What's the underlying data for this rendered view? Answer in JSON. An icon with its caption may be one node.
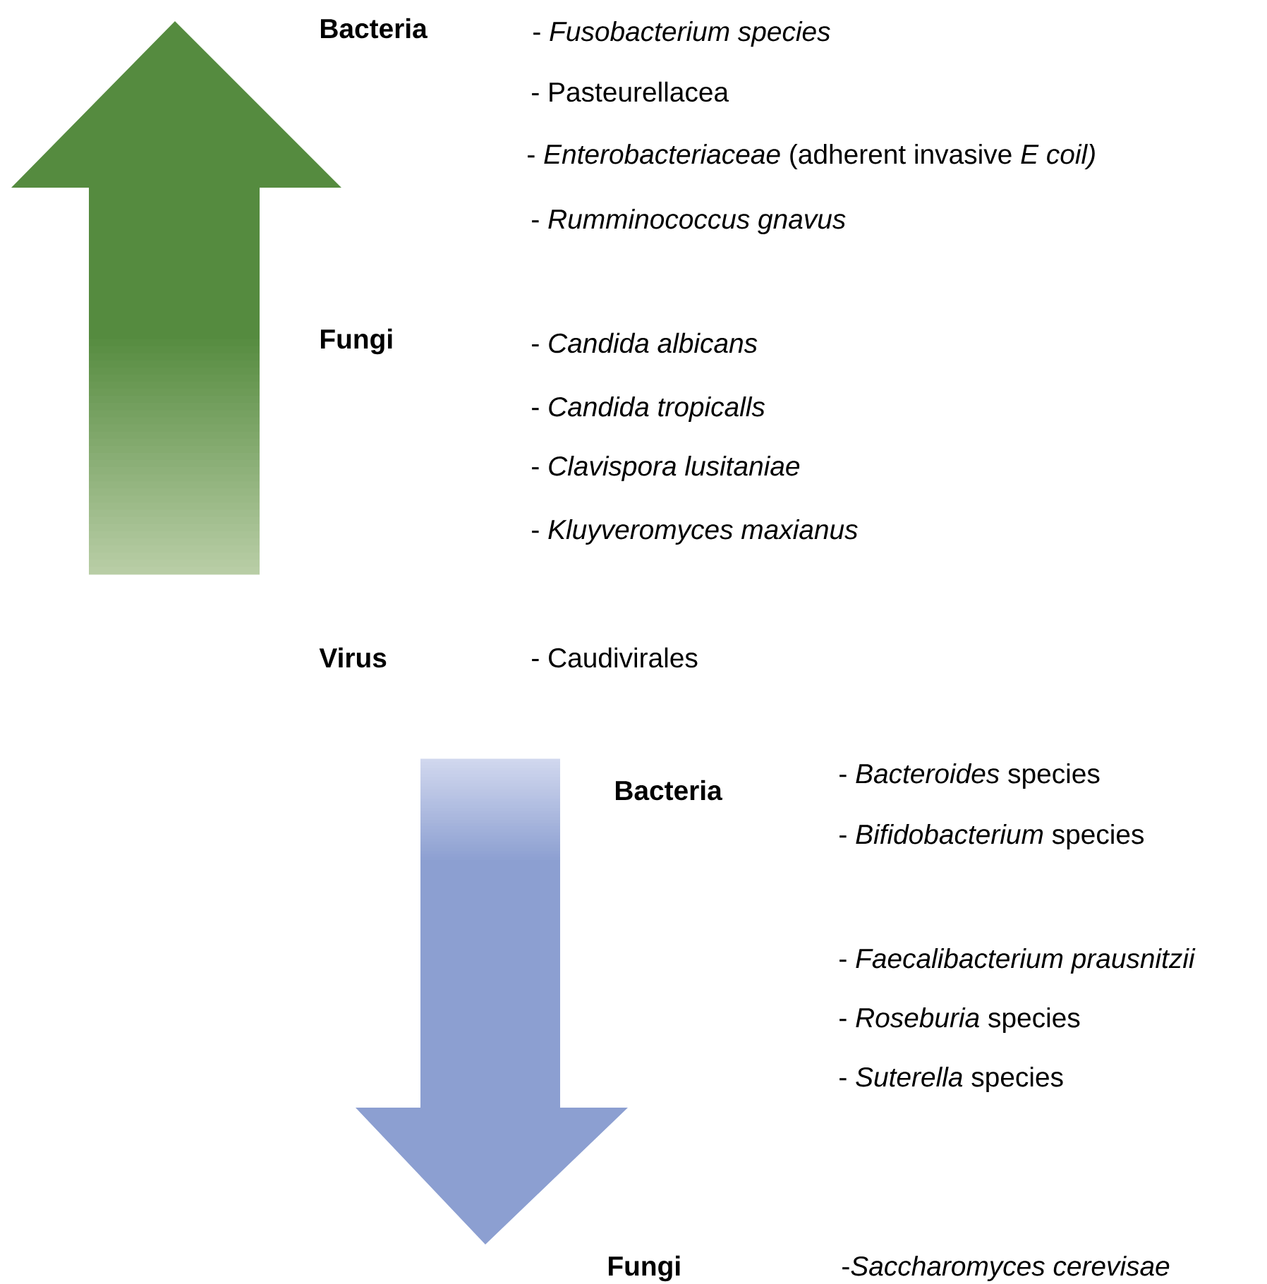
{
  "diagram": {
    "labels": [
      "Bacteria",
      "- *Fusobacterium species*",
      "- Pasteurellacea",
      "- *Enterobacteriaceae* (adherent invasive *E coil)*",
      "- *Rumminococcus gnavus*",
      "Fungi",
      "- *Candida albicans*",
      "- *Candida tropicalls*",
      "- *Clavispora lusitaniae*",
      "- *Kluyveromyces maxianus*",
      "Virus",
      "- Caudivirales",
      "Bacteria",
      "- *Bacteroides* species",
      "- *Bifidobacterium* species",
      "- *Faecalibacterium prausnitzii*",
      "- *Roseburia* species",
      "- *Suterella* species",
      "Fungi",
      "-*Saccharomyces cerevisae*"
    ]
  }
}
